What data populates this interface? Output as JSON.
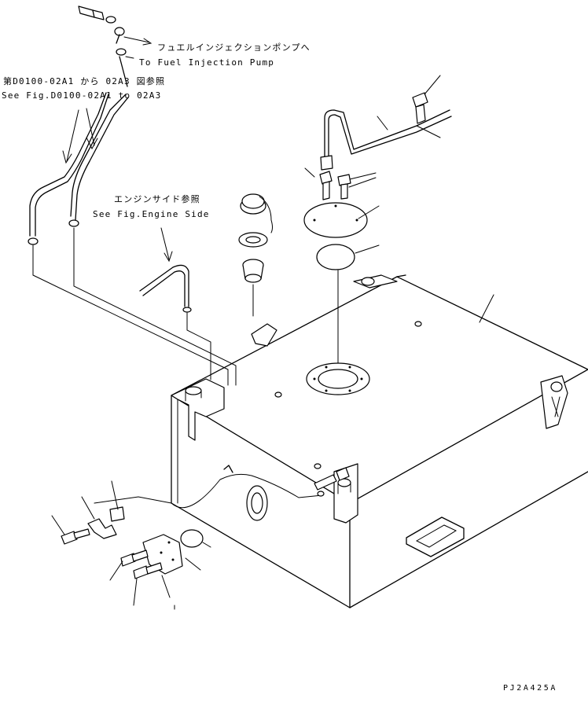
{
  "labels": {
    "fuel_pump_ja": "フュエルインジェクションポンプへ",
    "fuel_pump_en": "To Fuel Injection Pump",
    "fig_ref_ja": "第D0100-02A1 から 02A3 図参照",
    "fig_ref_en": "See Fig.D0100-02A1 to 02A3",
    "engine_side_ja": "エンジンサイド参照",
    "engine_side_en": "See Fig.Engine Side"
  },
  "drawing_code": "PJ2A425A"
}
